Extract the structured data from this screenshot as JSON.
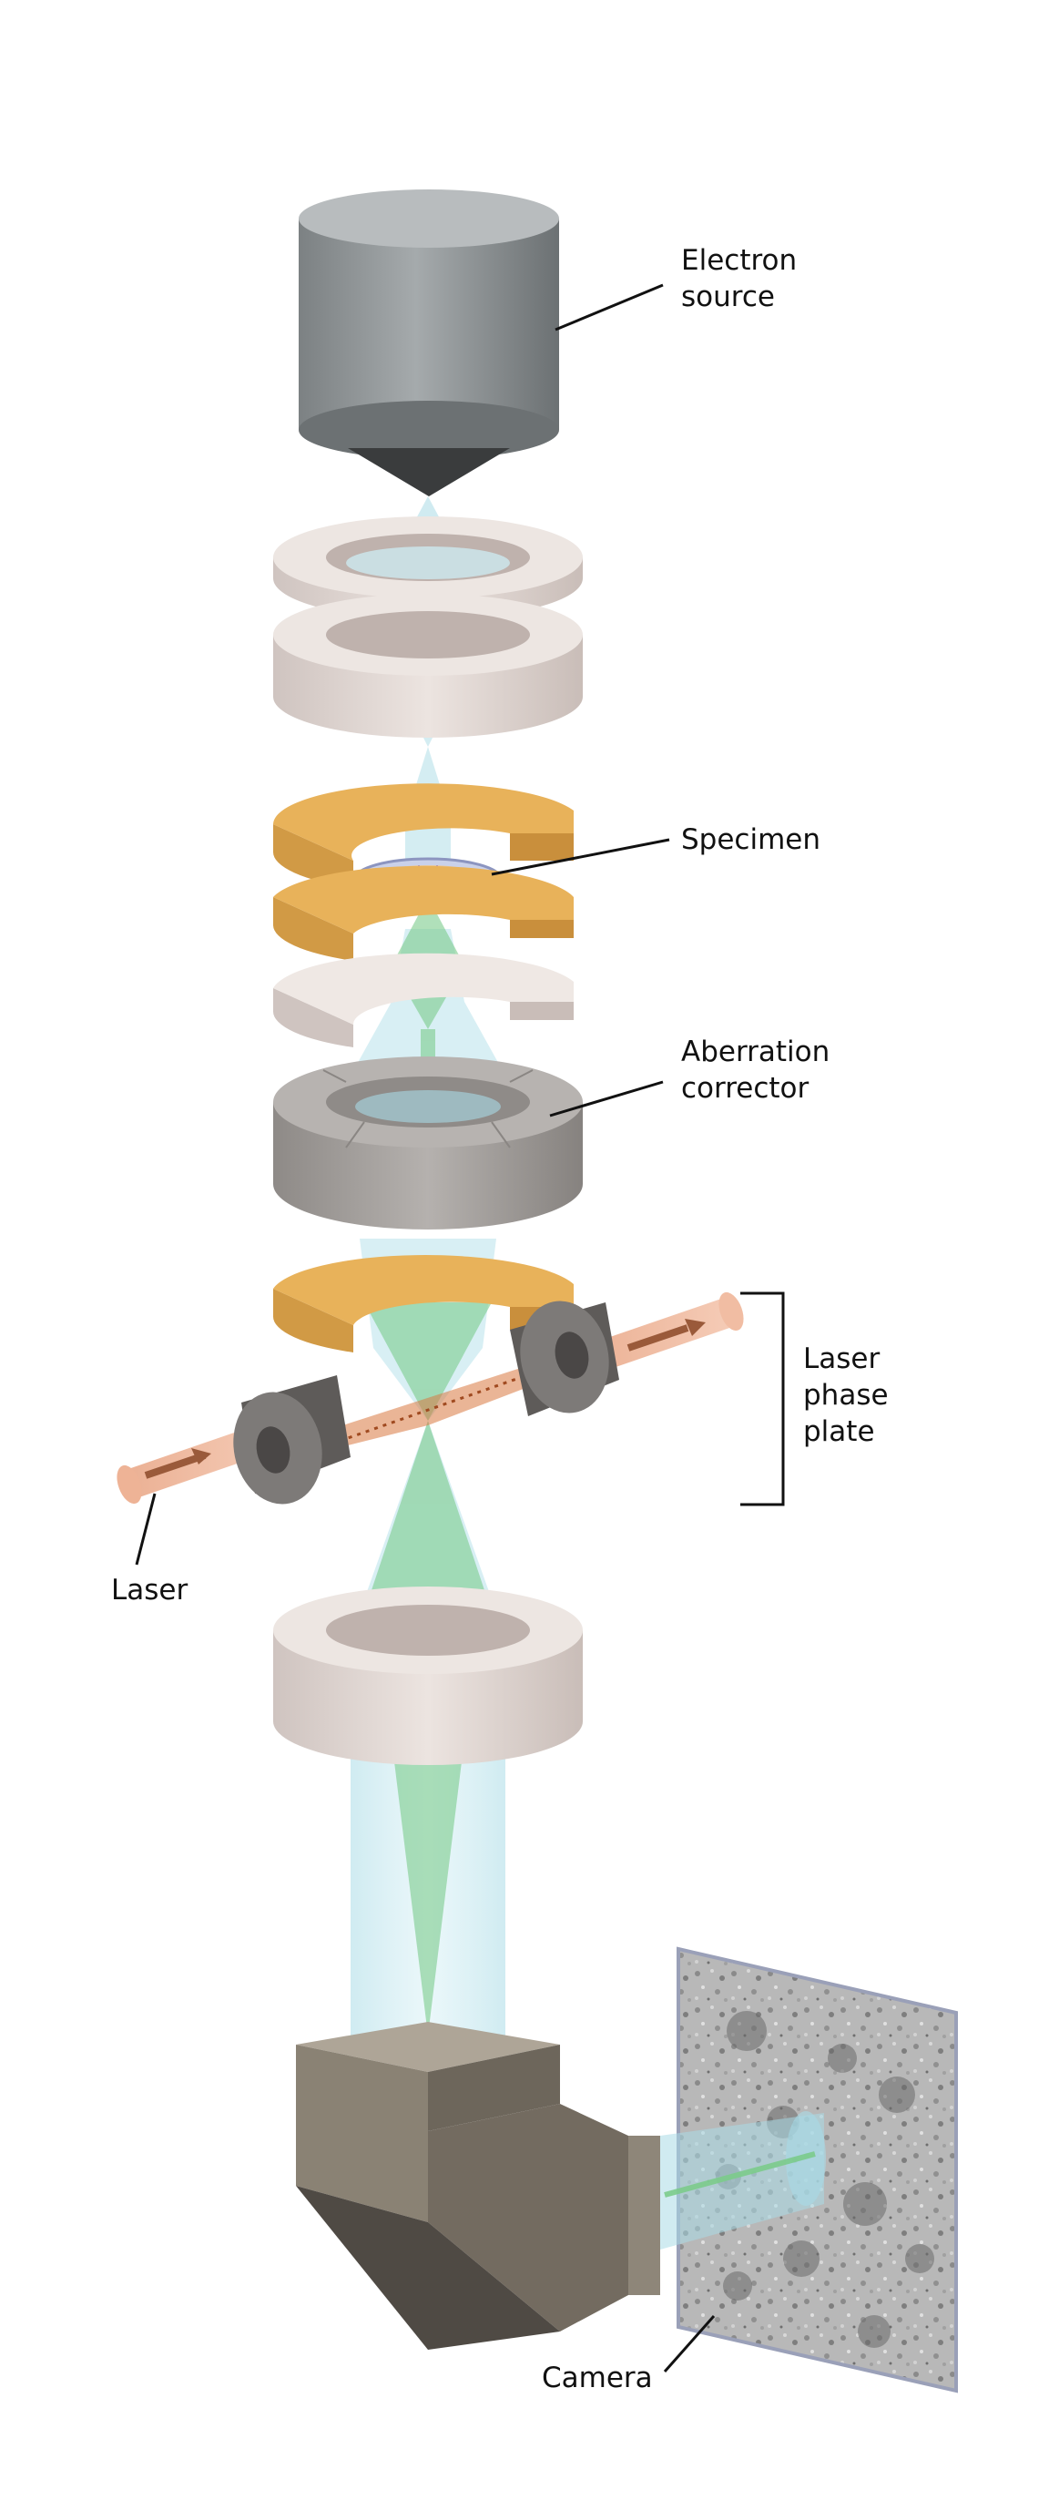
{
  "labels": {
    "electron_source": [
      "Electron",
      "source"
    ],
    "specimen": "Specimen",
    "aberration_corrector": [
      "Aberration",
      "corrector"
    ],
    "laser_phase_plate": [
      "Laser",
      "phase",
      "plate"
    ],
    "laser": "Laser",
    "camera": "Camera"
  },
  "colors": {
    "source_body": "#8f9496",
    "lens_ring": "#e6dcd8",
    "objective_ring": "#e8b25a",
    "corrector_ring": "#a7a3a0",
    "electron_beam": "#a9dbe6",
    "scattered_beam": "#7ccc8c",
    "laser_beam": "#e6a07e",
    "laser_mirror": "#6d6a68",
    "camera_body": "#7b7368",
    "screen_frame": "#9aa0b8"
  },
  "icons": {
    "electron_source": "cylinder-cone-icon",
    "lens": "ring-icon",
    "specimen": "grid-disc-icon",
    "corrector": "segmented-ring-icon",
    "laser_cavity": "mirror-pair-icon",
    "camera": "detector-block-icon",
    "micrograph": "noisy-image-icon"
  }
}
